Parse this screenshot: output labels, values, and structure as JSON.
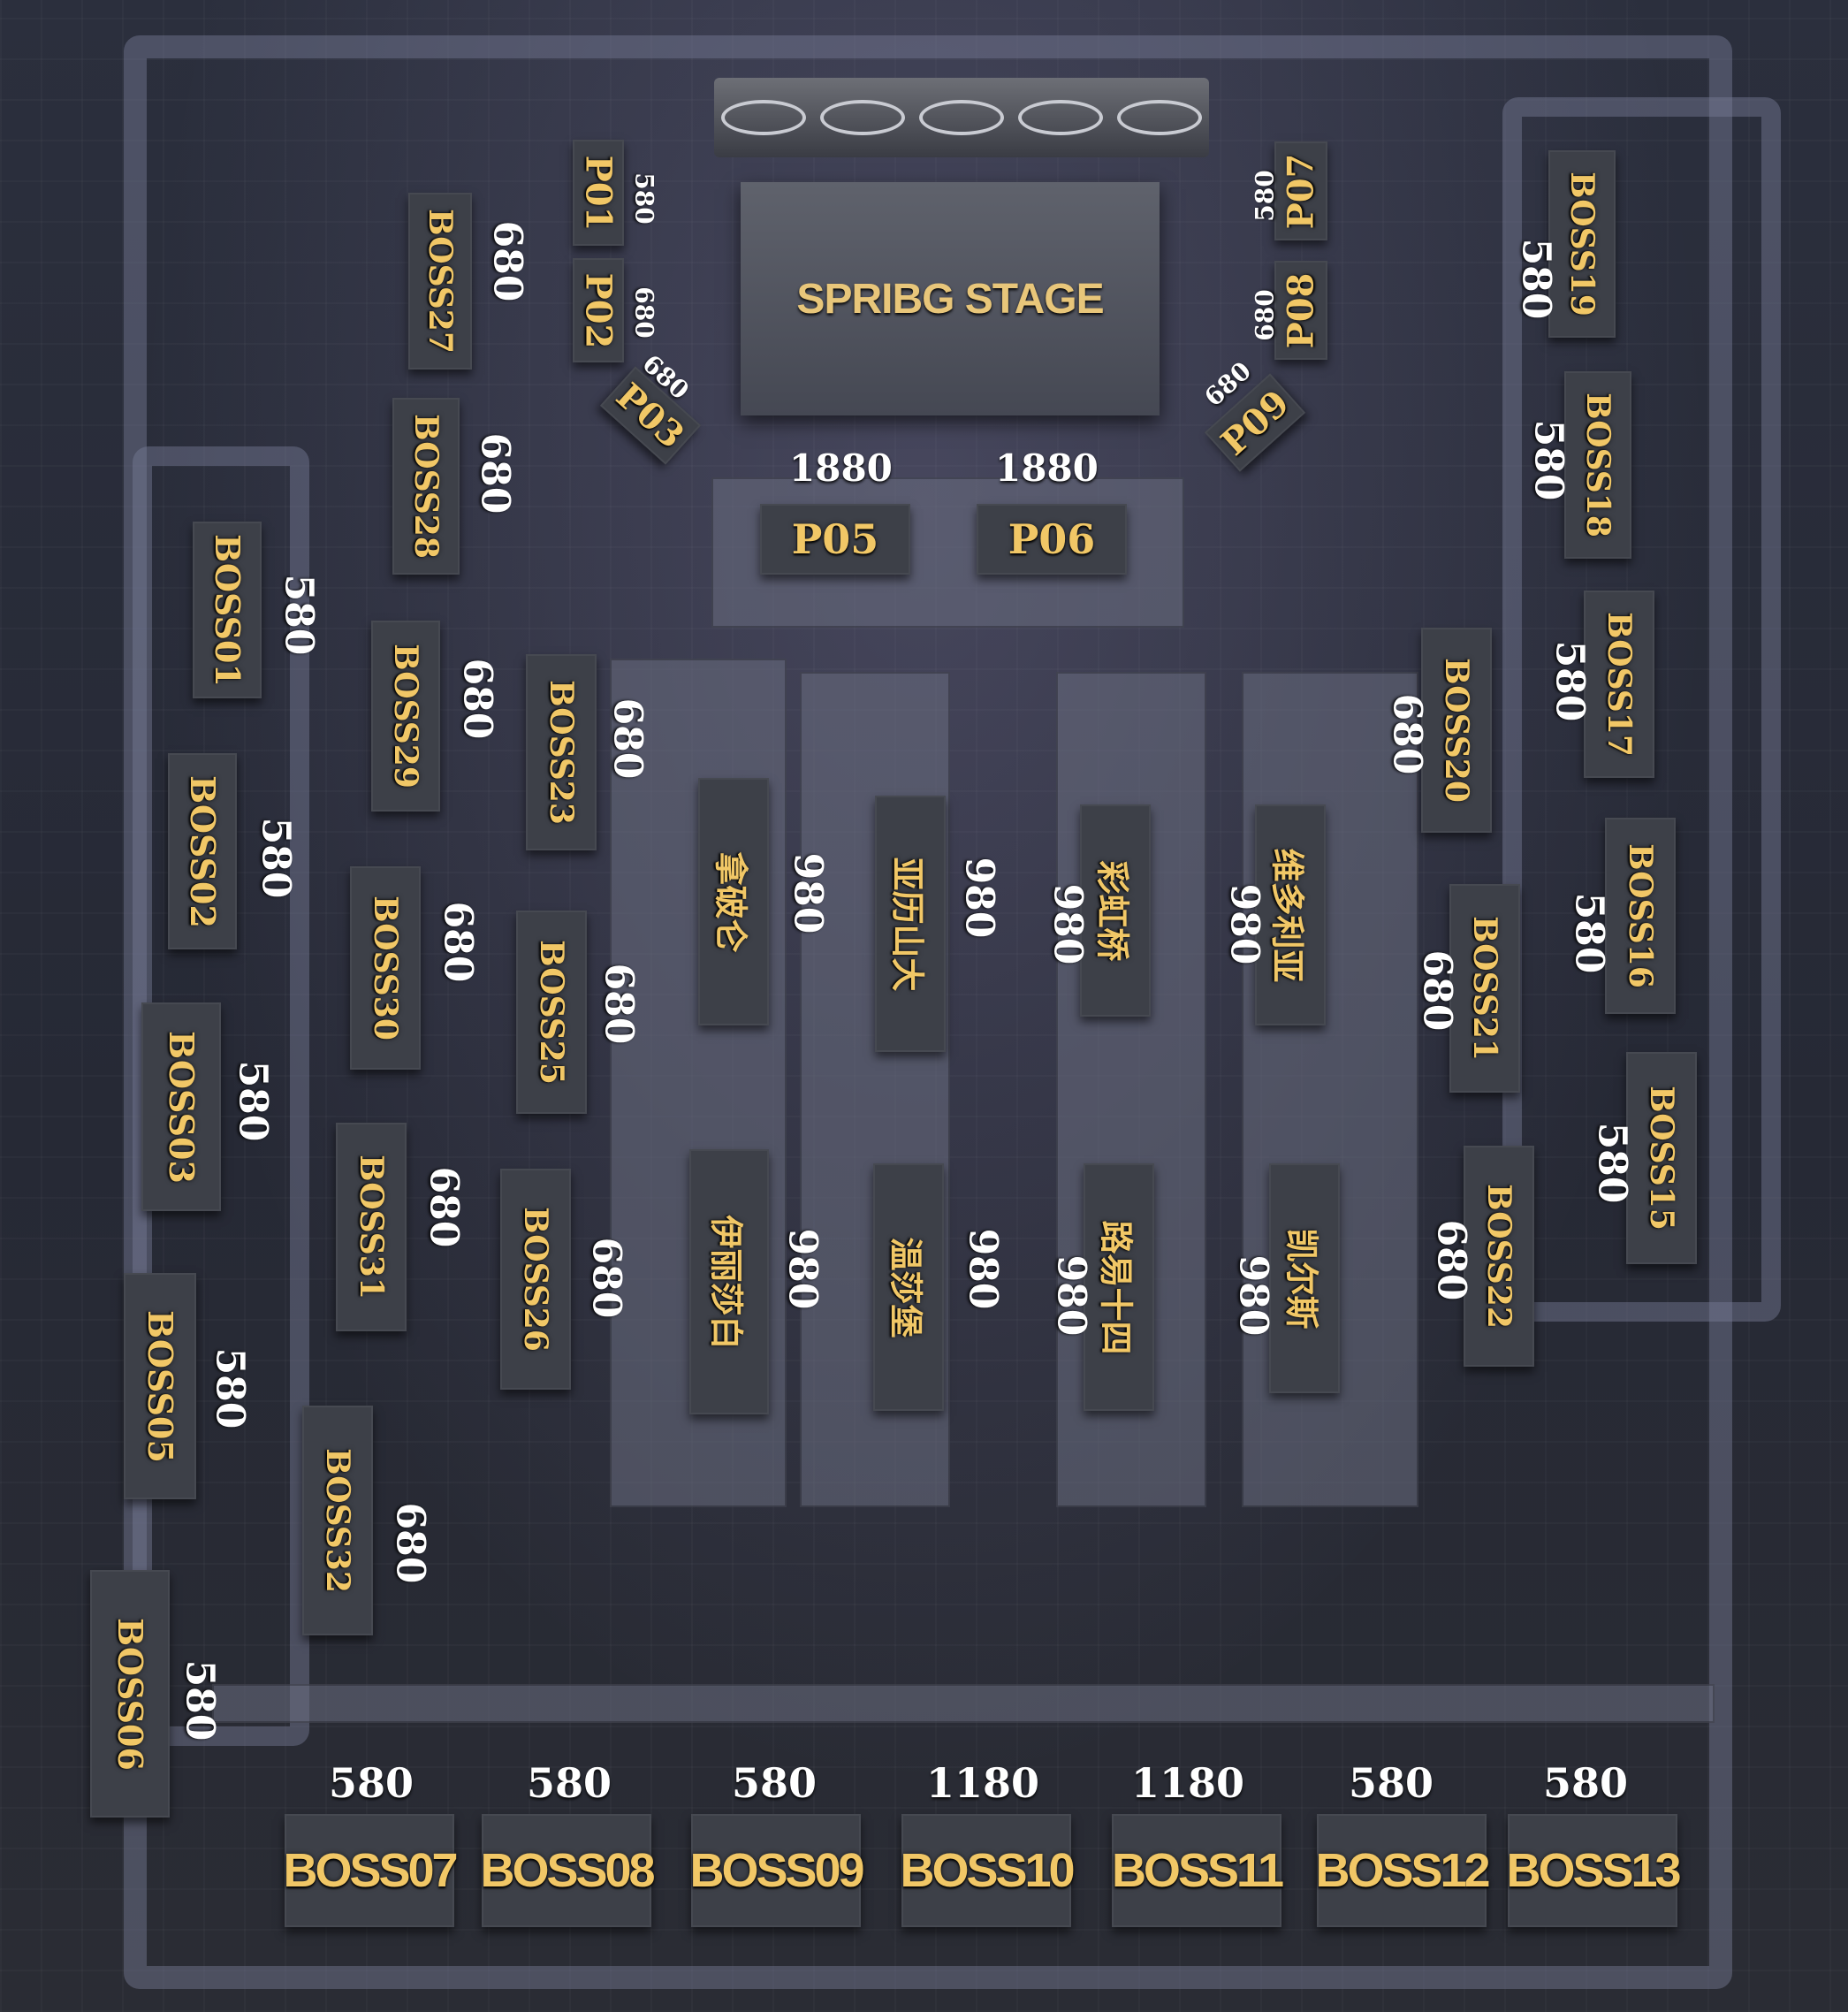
{
  "stage": {
    "title": "SPRIBG STAGE"
  },
  "colors": {
    "label_gold": "#f1c766",
    "price_white": "#ffffff",
    "booth": "#3d4048"
  },
  "booths": {
    "P01": {
      "label": "P01",
      "price": "580"
    },
    "P02": {
      "label": "P02",
      "price": "680"
    },
    "P03": {
      "label": "P03",
      "price": "680"
    },
    "P05": {
      "label": "P05",
      "price": "1880"
    },
    "P06": {
      "label": "P06",
      "price": "1880"
    },
    "P07": {
      "label": "P07",
      "price": "580"
    },
    "P08": {
      "label": "P08",
      "price": "680"
    },
    "P09": {
      "label": "P09",
      "price": "680"
    },
    "BOSS01": {
      "label": "BOSS01",
      "price": "580"
    },
    "BOSS02": {
      "label": "BOSS02",
      "price": "580"
    },
    "BOSS03": {
      "label": "BOSS03",
      "price": "580"
    },
    "BOSS05": {
      "label": "BOSS05",
      "price": "580"
    },
    "BOSS06": {
      "label": "BOSS06",
      "price": "580"
    },
    "BOSS07": {
      "label": "BOSS07",
      "price": "580"
    },
    "BOSS08": {
      "label": "BOSS08",
      "price": "580"
    },
    "BOSS09": {
      "label": "BOSS09",
      "price": "580"
    },
    "BOSS10": {
      "label": "BOSS10",
      "price": "1180"
    },
    "BOSS11": {
      "label": "BOSS11",
      "price": "1180"
    },
    "BOSS12": {
      "label": "BOSS12",
      "price": "580"
    },
    "BOSS13": {
      "label": "BOSS13",
      "price": "580"
    },
    "BOSS15": {
      "label": "BOSS15",
      "price": "580"
    },
    "BOSS16": {
      "label": "BOSS16",
      "price": "580"
    },
    "BOSS17": {
      "label": "BOSS17",
      "price": "580"
    },
    "BOSS18": {
      "label": "BOSS18",
      "price": "580"
    },
    "BOSS19": {
      "label": "BOSS19",
      "price": "580"
    },
    "BOSS20": {
      "label": "BOSS20",
      "price": "680"
    },
    "BOSS21": {
      "label": "BOSS21",
      "price": "680"
    },
    "BOSS22": {
      "label": "BOSS22",
      "price": "680"
    },
    "BOSS23": {
      "label": "BOSS23",
      "price": "680"
    },
    "BOSS25": {
      "label": "BOSS25",
      "price": "680"
    },
    "BOSS26": {
      "label": "BOSS26",
      "price": "680"
    },
    "BOSS27": {
      "label": "BOSS27",
      "price": "680"
    },
    "BOSS28": {
      "label": "BOSS28",
      "price": "680"
    },
    "BOSS29": {
      "label": "BOSS29",
      "price": "680"
    },
    "BOSS30": {
      "label": "BOSS30",
      "price": "680"
    },
    "BOSS31": {
      "label": "BOSS31",
      "price": "680"
    },
    "BOSS32": {
      "label": "BOSS32",
      "price": "680"
    },
    "zone_1": {
      "label": "拿破仑",
      "price": "980"
    },
    "zone_2": {
      "label": "亚历山大",
      "price": "980"
    },
    "zone_3": {
      "label": "彩虹桥",
      "price": "980"
    },
    "zone_4": {
      "label": "维多利亚",
      "price": "980"
    },
    "zone_5": {
      "label": "伊丽莎白",
      "price": "980"
    },
    "zone_6": {
      "label": "温莎堡",
      "price": "980"
    },
    "zone_7": {
      "label": "路易十四",
      "price": "980"
    },
    "zone_8": {
      "label": "凯尔斯",
      "price": "980"
    }
  }
}
